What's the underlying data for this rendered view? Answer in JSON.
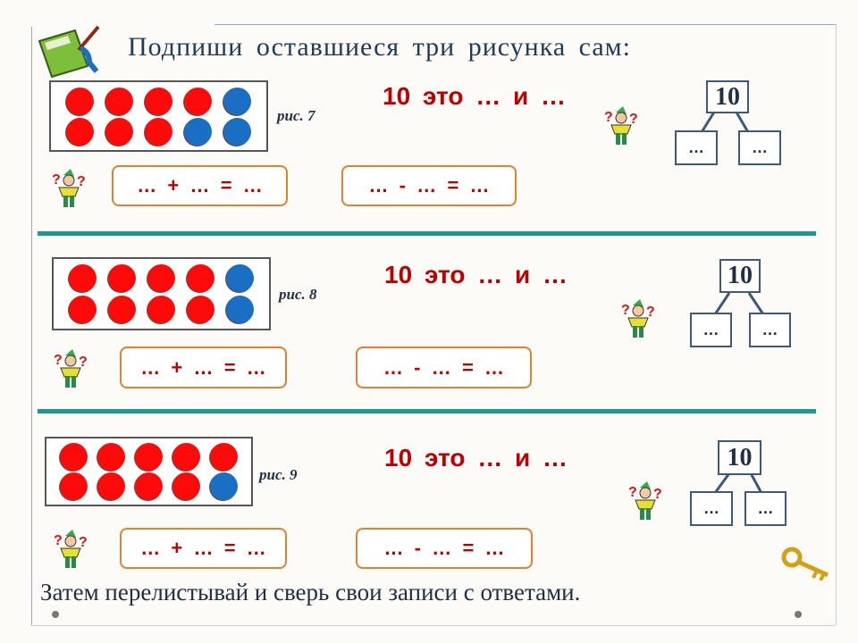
{
  "title": "Подпиши  оставшиеся  три  рисунка  сам:",
  "footer": "Затем перелистывай и сверь свои записи с  ответами.",
  "colors": {
    "red_dot": "#ff0a0a",
    "blue_dot": "#1a6fc4",
    "equation": "#c00000",
    "separator": "#1b9a95",
    "box_border": "#e0822f",
    "tree_border": "#3c5a7e"
  },
  "sections": [
    {
      "figure_label": "рис. 7",
      "dots": [
        "red",
        "red",
        "red",
        "red",
        "blue",
        "red",
        "red",
        "red",
        "blue",
        "blue"
      ],
      "statement": "10  это  …  и  …",
      "tree_top": "10",
      "tree_left": "…",
      "tree_right": "…",
      "addition": "…  +  …  =  …",
      "subtraction": "…  -  …  =  …"
    },
    {
      "figure_label": "рис. 8",
      "dots": [
        "red",
        "red",
        "red",
        "red",
        "blue",
        "red",
        "red",
        "red",
        "red",
        "blue"
      ],
      "statement": "10  это  …  и  …",
      "tree_top": "10",
      "tree_left": "…",
      "tree_right": "…",
      "addition": "…  +  …  =  …",
      "subtraction": "…  -  …  =  …"
    },
    {
      "figure_label": "рис. 9",
      "dots": [
        "red",
        "red",
        "red",
        "red",
        "red",
        "red",
        "red",
        "red",
        "red",
        "blue"
      ],
      "statement": "10  это  …  и  …",
      "tree_top": "10",
      "tree_left": "…",
      "tree_right": "…",
      "addition": "…  +  …  =  …",
      "subtraction": "…  -  …  =  …"
    }
  ]
}
